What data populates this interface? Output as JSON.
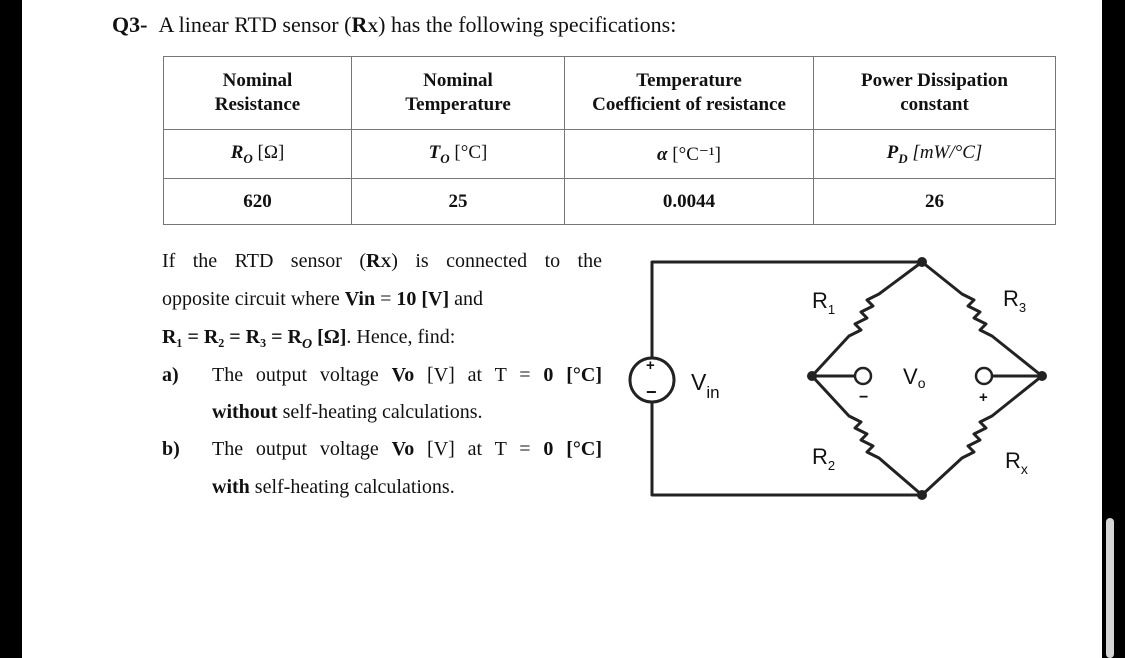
{
  "question": {
    "number": "Q3-",
    "intro_pre": "A linear RTD sensor (",
    "intro_sym": "R",
    "intro_sub": "X",
    "intro_post": ") has the following specifications:"
  },
  "table": {
    "headers": [
      [
        "Nominal",
        "Resistance"
      ],
      [
        "Nominal",
        "Temperature"
      ],
      [
        "Temperature",
        "Coefficient of resistance"
      ],
      [
        "Power Dissipation",
        "constant"
      ]
    ],
    "symbols": [
      {
        "sym": "R",
        "sub": "O",
        "unit": "[Ω]"
      },
      {
        "sym": "T",
        "sub": "O",
        "unit": "[°C]"
      },
      {
        "sym": "α",
        "sub": "",
        "unit": "[°C⁻¹]"
      },
      {
        "sym": "P",
        "sub": "D",
        "unit": "[mW/°C]"
      }
    ],
    "values": [
      "620",
      "25",
      "0.0044",
      "26"
    ]
  },
  "text": {
    "l1_pre": "If the RTD sensor (",
    "l1_sym": "R",
    "l1_sub": "X",
    "l1_post": ") is connected to the",
    "l2_pre": "opposite circuit where ",
    "l2_bold": "Vin",
    "l2_mid": " = ",
    "l2_bold2": "10 [V]",
    "l2_post": " and",
    "l3_eq": "R₁ = R₂ = R₃ = R",
    "l3_sub": "O",
    "l3_unit": " [Ω]",
    "l3_post": ". Hence, find:",
    "a_label": "a)",
    "a_pre": "The output voltage ",
    "a_bold": "Vo",
    "a_mid": " [V] at T = ",
    "a_bold2": "0 [°C]",
    "a2_bold": "without",
    "a2_post": " self-heating calculations.",
    "b_label": "b)",
    "b_pre": "The output voltage ",
    "b_bold": "Vo",
    "b_mid": " [V] at T = ",
    "b_bold2": "0 [°C]",
    "b2_bold": "with",
    "b2_post": " self-heating calculations."
  },
  "circuit": {
    "r1": "R",
    "r1_sub": "1",
    "r2": "R",
    "r2_sub": "2",
    "r3": "R",
    "r3_sub": "3",
    "rx": "R",
    "rx_sub": "x",
    "vin": "V",
    "vin_sub": "in",
    "vo": "V",
    "vo_sub": "o",
    "plus": "+",
    "minus": "−"
  }
}
